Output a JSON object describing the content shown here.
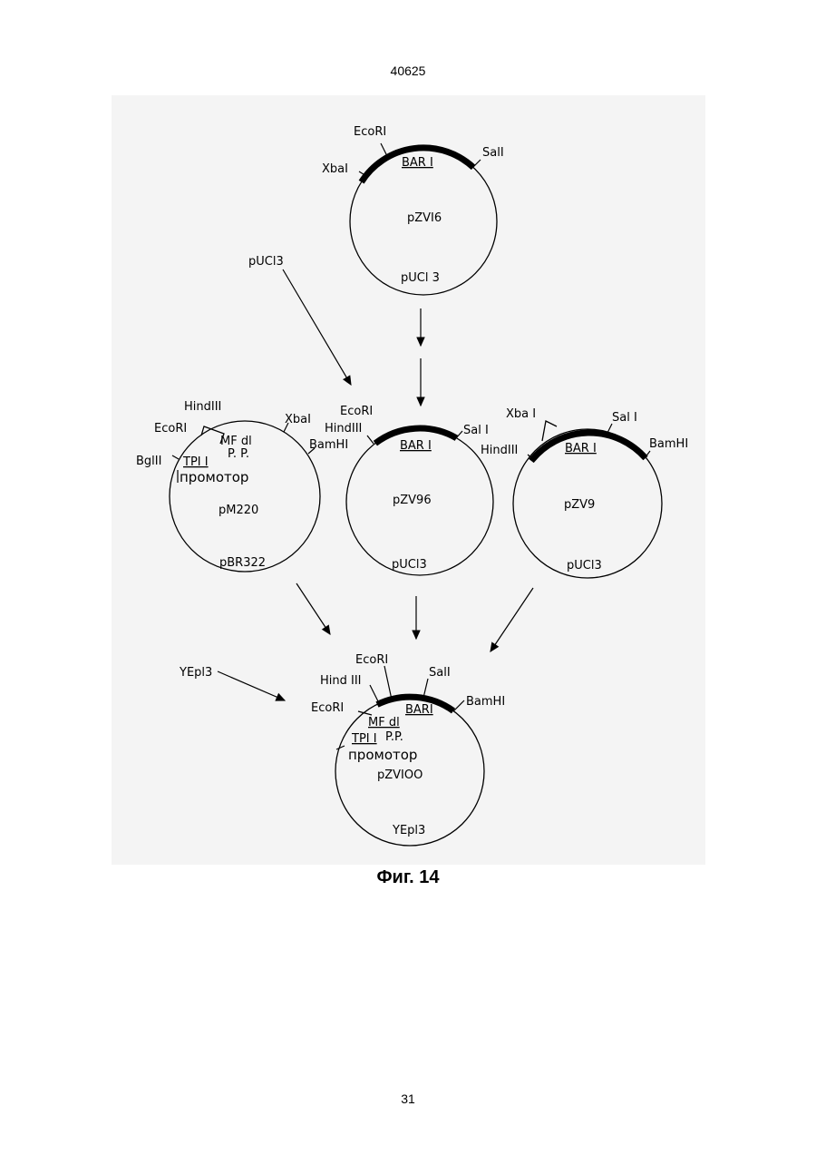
{
  "page": {
    "number_top": "40625",
    "number_bottom": "31",
    "caption": "Фиг. 14"
  },
  "pzv16": {
    "name": "pZVI6",
    "backbone": "pUCl 3",
    "gene": "BAR I",
    "sites": {
      "ecori": "EcoRI",
      "xbai": "XbaI",
      "sali": "SalI"
    }
  },
  "puc13_input": "pUCl3",
  "pm220": {
    "name": "pM220",
    "backbone": "pBR322",
    "promoter": "промотор",
    "tpi": "TPI I",
    "mf": "MF dl",
    "pp": "P. P.",
    "sites": {
      "hindiii": "HindIII",
      "ecori": "EcoRI",
      "bglii": "BglII",
      "xbai": "XbaI",
      "bamhi": "BamHI"
    }
  },
  "pzv96": {
    "name": "pZV96",
    "backbone": "pUCl3",
    "gene": "BAR I",
    "sites": {
      "ecori": "EcoRI",
      "hindiii": "HindIII",
      "sali": "Sal I"
    }
  },
  "pzv9": {
    "name": "pZV9",
    "backbone": "pUCl3",
    "gene": "BAR I",
    "sites": {
      "xbai": "Xba I",
      "sali": "Sal I",
      "hindiii": "HindIII",
      "bamhi": "BamHI"
    }
  },
  "yep13_input": "YEpl3",
  "pzv100": {
    "name": "pZVIOO",
    "backbone": "YEpl3",
    "gene": "BARI",
    "promoter": "промотор",
    "tpi": "TPI I",
    "mf": "MF dl",
    "pp": "P.P.",
    "sites": {
      "ecori_top": "EcoRI",
      "hindiii": "Hind III",
      "ecori_left": "EcoRI",
      "sali": "SalI",
      "bamhi": "BamHI"
    }
  }
}
